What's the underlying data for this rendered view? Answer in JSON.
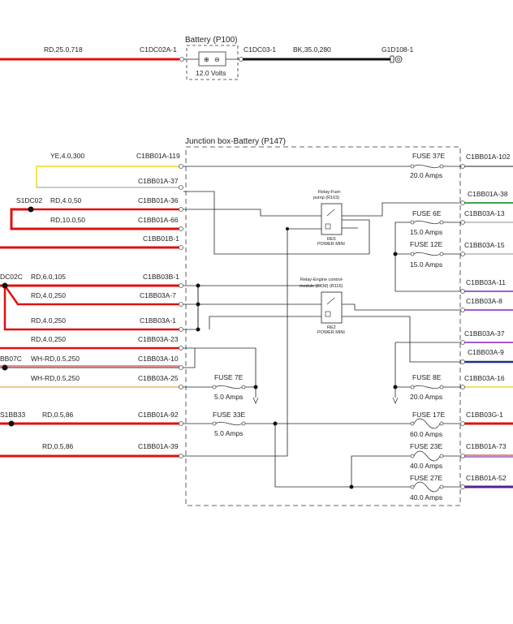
{
  "battery": {
    "title": "Battery (P100)",
    "voltage": "12.0 Volts",
    "left_connector": "C1DC02A-1",
    "right_connector": "C1DC03-1",
    "left_wire": "RD,25.0,718",
    "right_wire": "BK,35.0,280",
    "ground_connector": "G1D108-1"
  },
  "junction_box": {
    "title": "Junction box-Battery (P147)"
  },
  "left_pins": [
    "C1BB01A-119",
    "C1BB01A-37",
    "C1BB01A-36",
    "C1BB01A-66",
    "C1BB01B-1",
    "C1BB03B-1",
    "C1BB03A-7",
    "C1BB03A-1",
    "C1BB03A-23",
    "C1BB03A-10",
    "C1BB03A-25",
    "C1BB01A-92",
    "C1BB01A-39"
  ],
  "wires": {
    "w119": "YE,4.0,300",
    "w36": "RD,4.0,50",
    "w66": "RD,10.0,50",
    "w03b1": "RD,6.0,105",
    "w037": "RD,4.0,250",
    "w031": "RD,4.0,250",
    "w0323": "RD,4.0,250",
    "w0310": "WH-RD,0.5,250",
    "w0325": "WH-RD,0.5,250",
    "w92": "RD,0.5,86",
    "w39": "RD,0.5,86"
  },
  "splices": {
    "s1": "S1DC02",
    "s2": "DC02C",
    "s3": "BB07C",
    "s4": "S1BB33"
  },
  "relays": [
    {
      "name": "Relay-Fuel-pump (R103)",
      "line1": "Relay-Fuel-",
      "line2": "pump (R103)",
      "code": "RE5",
      "type": "POWER MINI"
    },
    {
      "name": "Relay-Engine control-module (ECM) (R116)",
      "line1": "Relay-Engine control-",
      "line2": "module (ECM) (R116)",
      "code": "RE2",
      "type": "POWER MINI"
    }
  ],
  "fuses": [
    {
      "name": "FUSE 37E",
      "rating": "20.0 Amps"
    },
    {
      "name": "FUSE 6E",
      "rating": "15.0 Amps"
    },
    {
      "name": "FUSE 12E",
      "rating": "15.0 Amps"
    },
    {
      "name": "FUSE 7E",
      "rating": "5.0 Amps"
    },
    {
      "name": "FUSE 8E",
      "rating": "20.0 Amps"
    },
    {
      "name": "FUSE 33E",
      "rating": "5.0 Amps"
    },
    {
      "name": "FUSE 17E",
      "rating": "60.0 Amps"
    },
    {
      "name": "FUSE 23E",
      "rating": "40.0 Amps"
    },
    {
      "name": "FUSE 27E",
      "rating": "40.0 Amps"
    }
  ],
  "right_pins": [
    "C1BB01A-102",
    "C1BB01A-38",
    "C1BB03A-13",
    "C1BB03A-15",
    "C1BB03A-11",
    "C1BB03A-8",
    "C1BB03A-37",
    "C1BB03A-9",
    "C1BB03A-16",
    "C1BB03G-1",
    "C1BB01A-73",
    "C1BB01A-52"
  ],
  "colors": {
    "red": "#e01010",
    "yellow": "#f2e15a",
    "black": "#111111",
    "green": "#3fa34a",
    "purple": "#a259d9",
    "blue": "#1f2b8c",
    "dark_purple": "#5a1f8a",
    "orange": "#e08a2a",
    "wire_thin": "#222222"
  }
}
